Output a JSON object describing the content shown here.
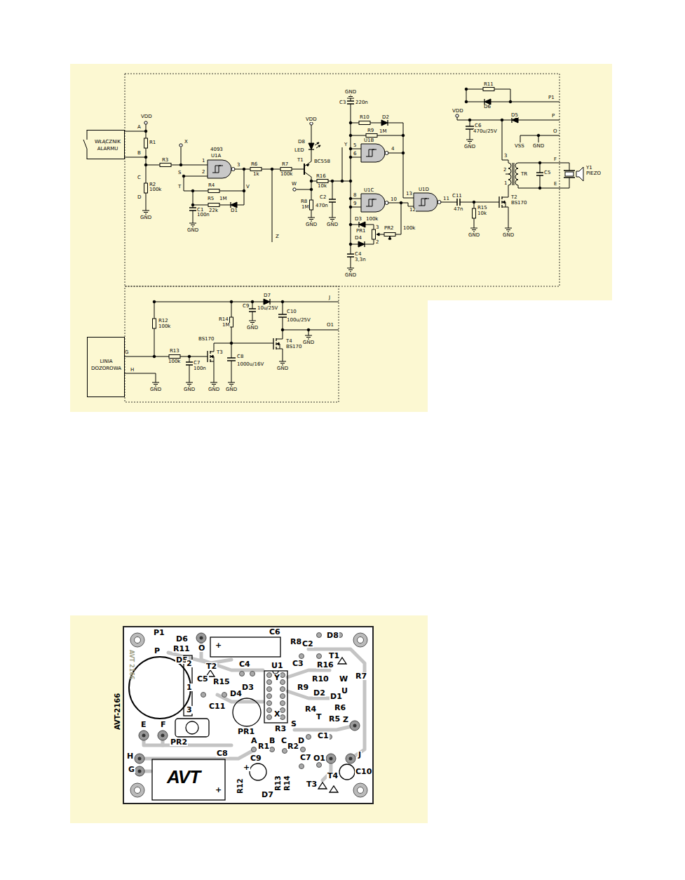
{
  "diagram": {
    "nodes": [
      {
        "text": [
          "WŁĄCZNIK ALARMU"
        ]
      },
      {
        "text": [
          "LINIA DOZOROWA"
        ]
      }
    ],
    "labels": [
      "VDD",
      "A",
      "R1",
      "B",
      "R3",
      "X",
      "4093",
      "U1A",
      "1",
      "2",
      "3",
      "S",
      "C",
      "R2",
      "100k",
      "T",
      "R4",
      "R5",
      "1M",
      "22k",
      "D1",
      "D",
      "C1",
      "100n",
      "V",
      "R6",
      "1k",
      "R7",
      "100k",
      "Z",
      "VDD",
      "D8",
      "LED",
      "T1",
      "BC558",
      "R16",
      "10k",
      "W",
      "R8",
      "1M",
      "Y",
      "C2",
      "470n",
      "GND",
      "C3",
      "220n",
      "R10",
      "D2",
      "R9",
      "1M",
      "U1B",
      "5",
      "6",
      "4",
      "U1C",
      "8",
      "9",
      "10",
      "U1D",
      "13",
      "12",
      "11",
      "C11",
      "47n",
      "R15",
      "10k",
      "T2",
      "BS170",
      "D3",
      "100k",
      "PR1",
      "3",
      "2",
      "PR2",
      "100k",
      "D4",
      "C4",
      "3,3n",
      "R11",
      "D6",
      "P1",
      "VDD",
      "C6",
      "470u/25V",
      "D5",
      "P",
      "O",
      "VSS",
      "GND",
      "3",
      "2",
      "1",
      "TR",
      "C5",
      "F",
      "E",
      "Y1",
      "PIEZO",
      "J",
      "D7",
      "C9",
      "10u/25V",
      "R12",
      "100k",
      "R14",
      "1M",
      "C10",
      "100u/25V",
      "O1",
      "GND",
      "G",
      "R13",
      "100k",
      "BS170",
      "T3",
      "T4",
      "BS170",
      "C7",
      "100n",
      "C8",
      "1000u/16V",
      "H",
      "GND",
      "GND",
      "GND",
      "GND",
      "GND",
      "GND",
      "GND",
      "GND",
      "GND",
      "GND",
      "GND",
      "GND",
      "GND",
      "GND",
      "P1",
      "D6",
      "R11",
      "P",
      "D5",
      "O",
      "C6",
      "+",
      "R8",
      "C2",
      "D8",
      "T2",
      "C4",
      "U1",
      "C3",
      "R16",
      "T1",
      "W",
      "R7",
      "C5",
      "R15",
      "D4",
      "D3",
      "2",
      "1",
      "3",
      "C11",
      "Y",
      "R10",
      "R9",
      "U",
      "D2",
      "D1",
      "R6",
      "R4",
      "T",
      "R5",
      "Z",
      "X",
      "S",
      "C1",
      "E",
      "F",
      "PR2",
      "PR1",
      "A",
      "R1",
      "R3",
      "B",
      "C",
      "R2",
      "D",
      "H",
      "G",
      "C8",
      "C9",
      "+",
      "C7",
      "O1",
      "J",
      "C10",
      "R12",
      "R13",
      "R14",
      "D7",
      "T3",
      "T4",
      "+",
      "AVT",
      "AVT-2166",
      "AVT 2166"
    ]
  }
}
